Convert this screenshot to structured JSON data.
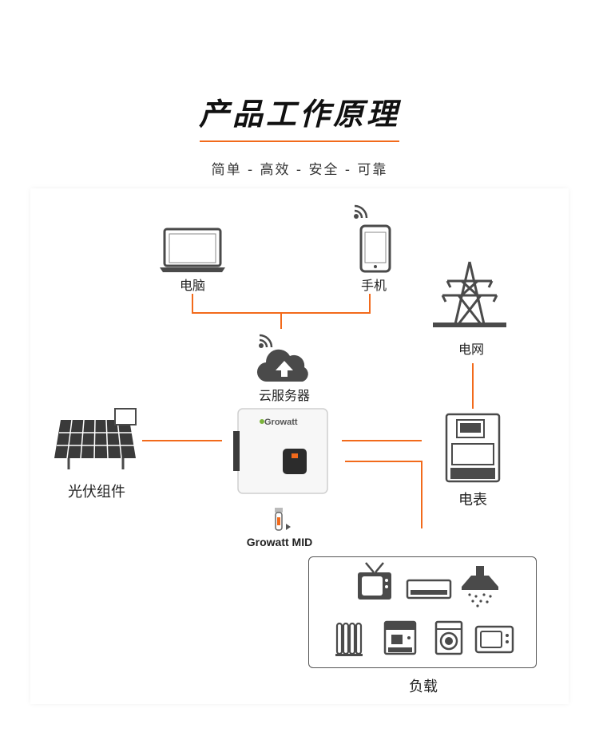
{
  "header": {
    "title": "产品工作原理",
    "subtitle": "简单 - 高效 - 安全 - 可靠"
  },
  "nodes": {
    "computer": "电脑",
    "phone": "手机",
    "grid": "电网",
    "cloud": "云服务器",
    "pv": "光伏组件",
    "meter": "电表",
    "mid": "Growatt MID",
    "inverter_brand": "Growatt",
    "load": "负载"
  },
  "colors": {
    "accent": "#f26a1b",
    "line": "#f26a1b",
    "text": "#222222",
    "device_gray": "#4a4a4a"
  },
  "icons": [
    "laptop-icon",
    "smartphone-icon",
    "wifi-icon",
    "transmission-tower-icon",
    "cloud-upload-icon",
    "solar-panel-icon",
    "inverter-icon",
    "energy-meter-icon",
    "mid-sensor-icon",
    "tv-icon",
    "air-conditioner-icon",
    "range-hood-icon",
    "oil-heater-icon",
    "coffee-machine-icon",
    "washing-machine-icon",
    "microwave-icon"
  ]
}
